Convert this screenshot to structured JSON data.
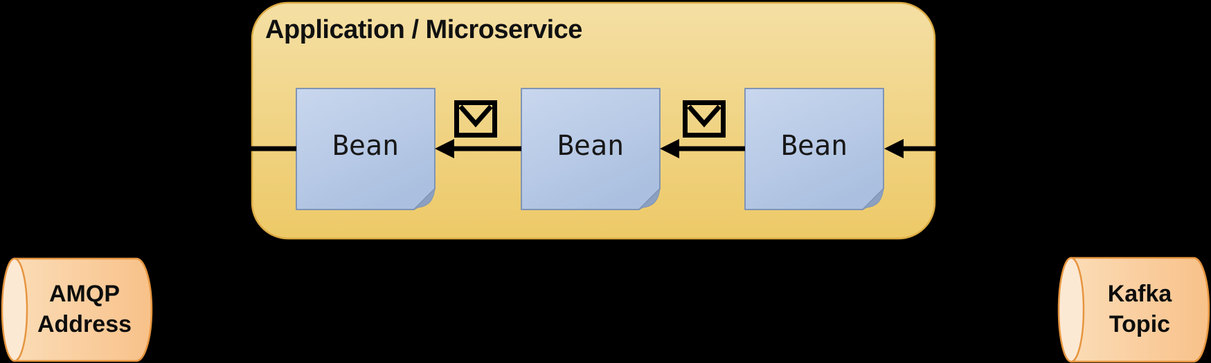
{
  "diagram": {
    "container": {
      "title": "Application / Microservice"
    },
    "beans": [
      {
        "label": "Bean"
      },
      {
        "label": "Bean"
      },
      {
        "label": "Bean"
      }
    ],
    "stores": {
      "left": {
        "label": "AMQP Address",
        "type": "cylinder"
      },
      "right": {
        "label": "Kafka Topic",
        "type": "cylinder"
      }
    },
    "icons": [
      "message-envelope-icon",
      "message-envelope-icon"
    ],
    "flow": {
      "direction": "right-to-left",
      "edges": [
        "kafka-topic -> bean-3",
        "bean-3 -> bean-2",
        "bean-2 -> bean-1",
        "bean-1 -> amqp-address"
      ]
    },
    "colors": {
      "background": "#000000",
      "container_fill_top": "#f4dfa4",
      "container_fill_bottom": "#edc967",
      "container_border": "#dcab43",
      "bean_fill_top": "#c9d7ee",
      "bean_fill_bottom": "#abc0e0",
      "bean_border": "#8094b4",
      "bean_fold": "#8ca1c2",
      "store_fill_left": "#fbdcb6",
      "store_fill_right": "#f8c189",
      "store_cap_fill": "#fce9d4",
      "store_border": "#e6953f",
      "arrow": "#000000",
      "text": "#111111"
    }
  }
}
